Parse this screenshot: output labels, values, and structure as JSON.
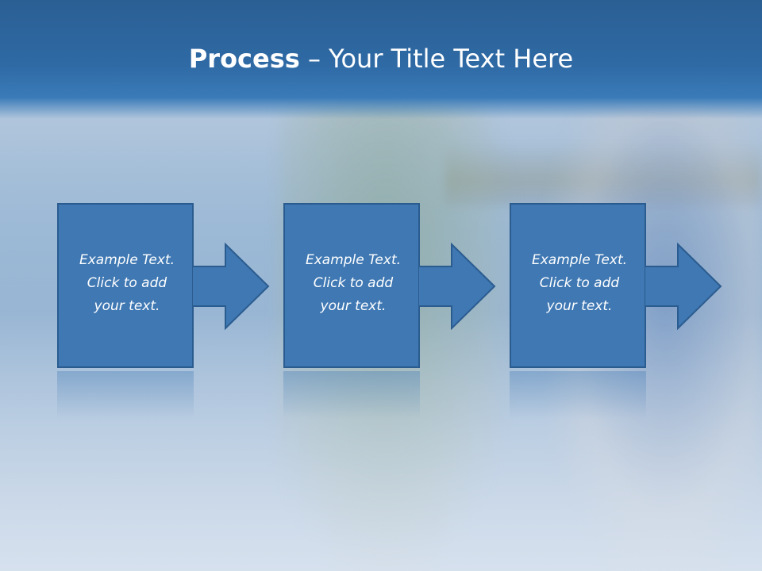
{
  "slide": {
    "title_bold": "Process",
    "title_rest": " – Your Title Text Here"
  },
  "steps": [
    {
      "line1": "Example Text.",
      "line2": "Click  to add",
      "line3": "your text."
    },
    {
      "line1": "Example Text.",
      "line2": "Click  to add",
      "line3": "your text."
    },
    {
      "line1": "Example Text.",
      "line2": "Click  to add",
      "line3": "your text."
    }
  ],
  "colors": {
    "title_band": "#2f6aa5",
    "step_fill": "#3f78b3",
    "step_border": "#2b5c8f",
    "text": "#ffffff"
  }
}
